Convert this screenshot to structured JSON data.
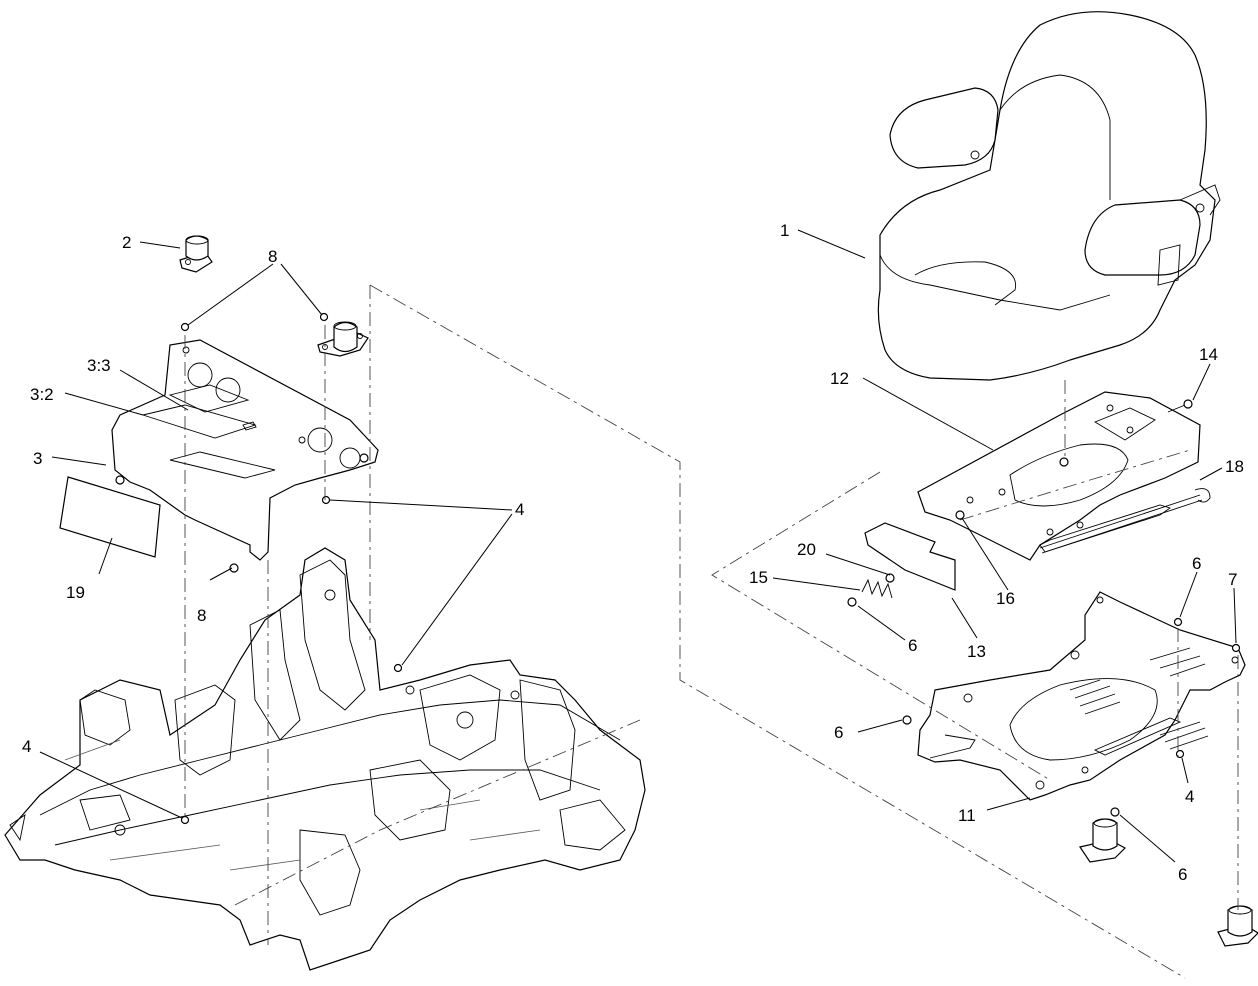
{
  "diagram": {
    "callouts": [
      "1",
      "2",
      "3",
      "3:2",
      "3:3",
      "4",
      "4",
      "4",
      "6",
      "6",
      "6",
      "6",
      "7",
      "8",
      "8",
      "11",
      "12",
      "13",
      "14",
      "15",
      "16",
      "18",
      "19",
      "20"
    ]
  }
}
